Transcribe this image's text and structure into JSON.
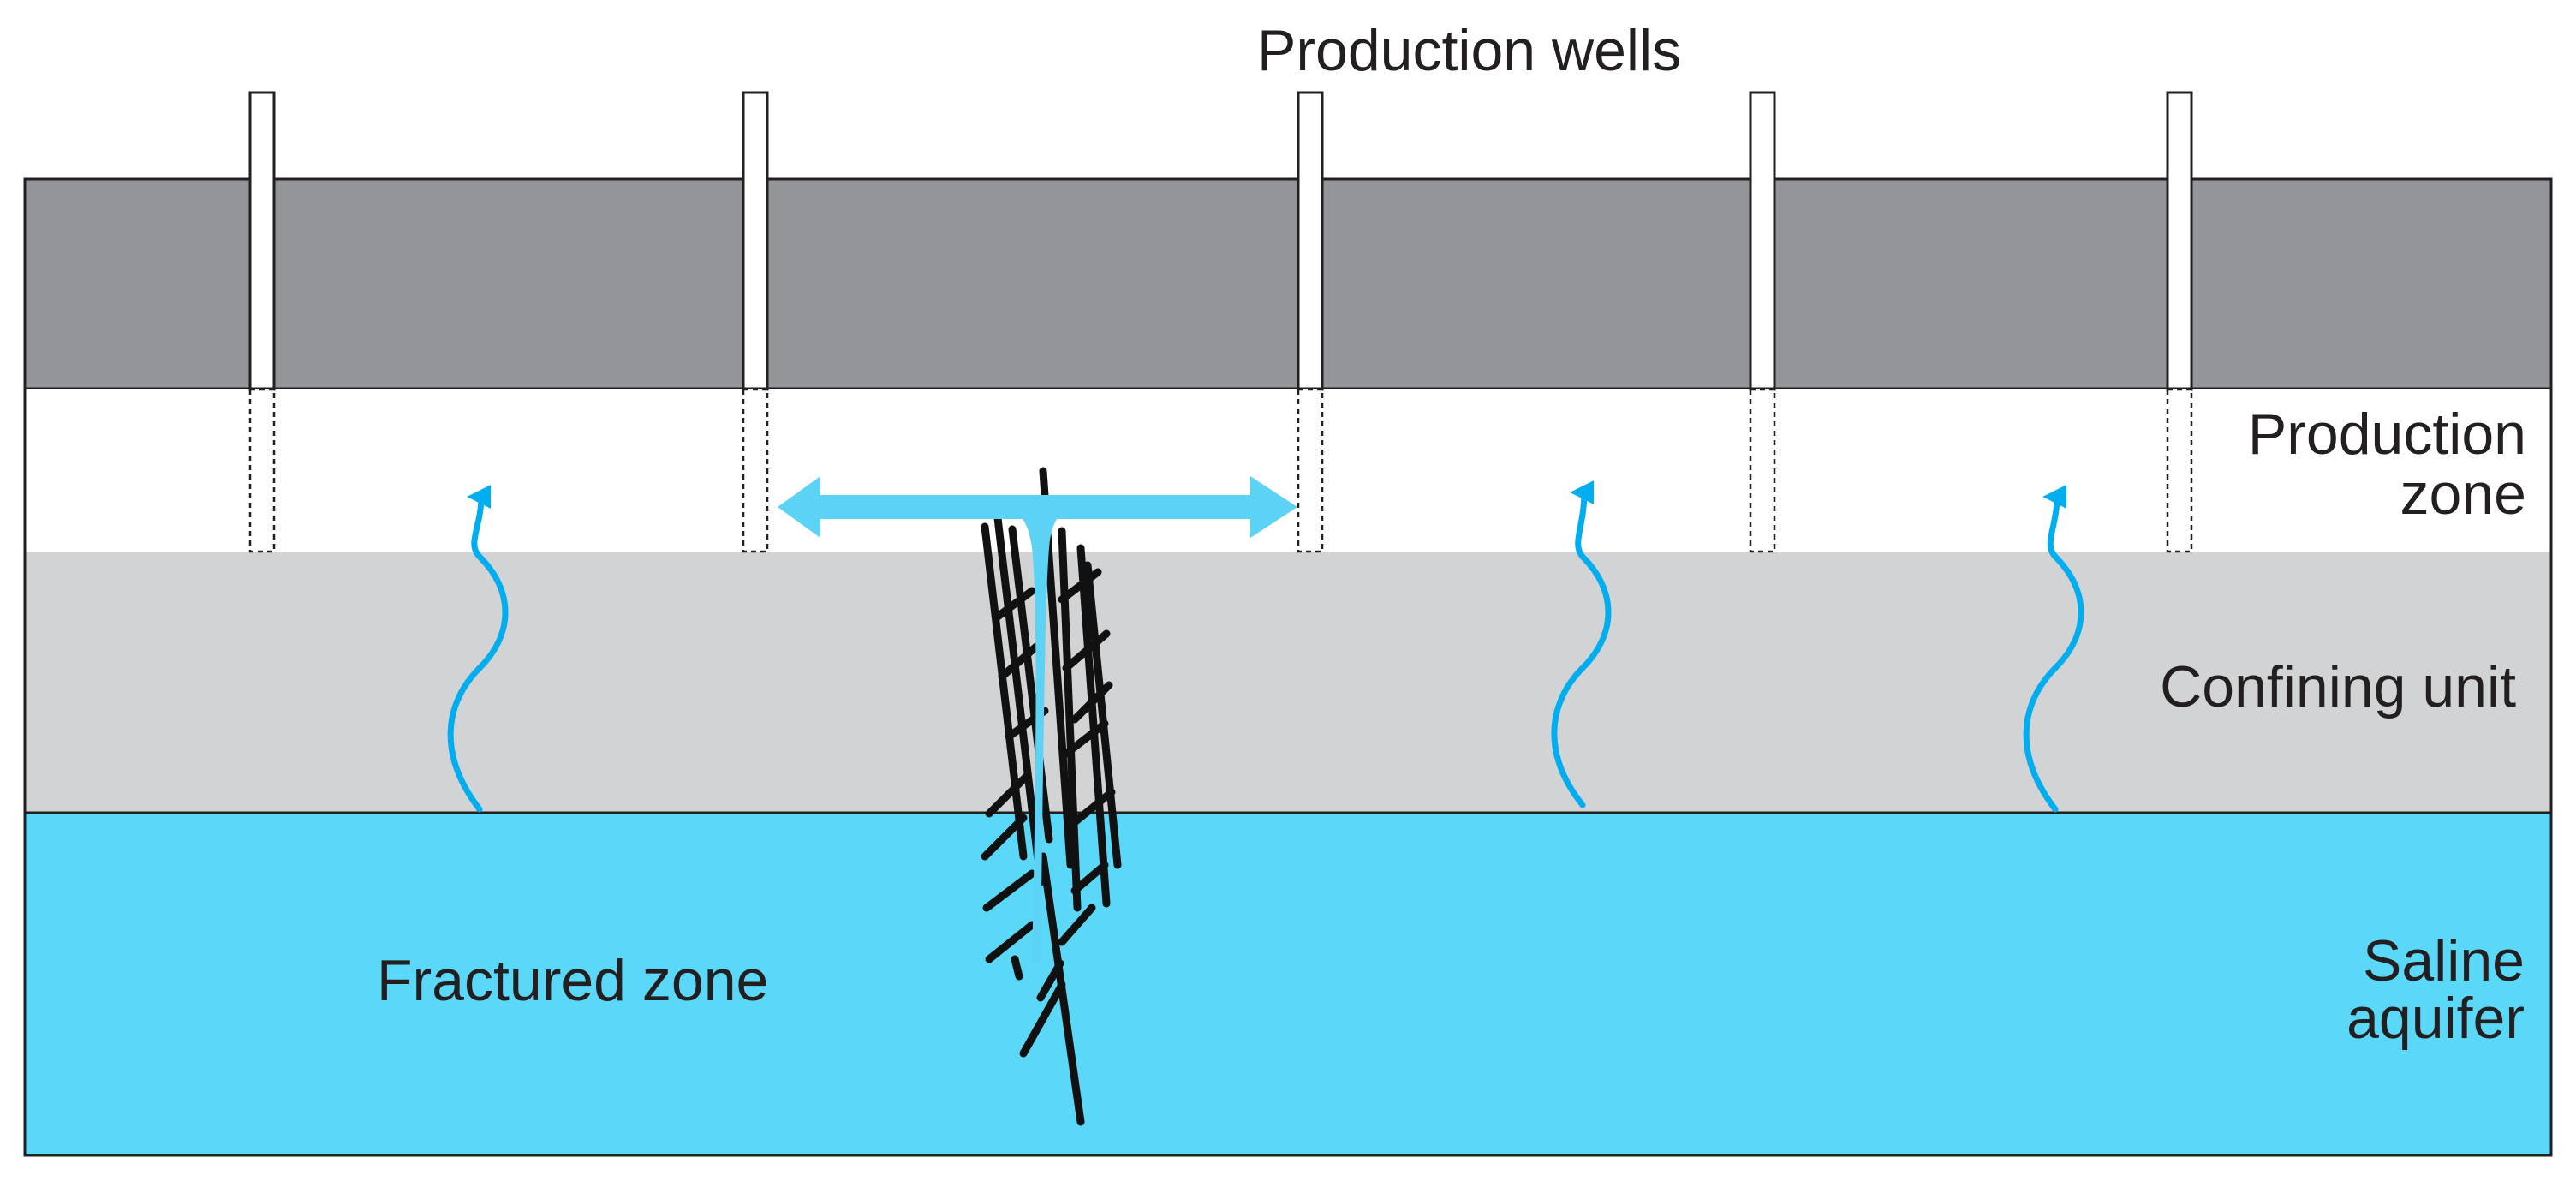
{
  "labels": {
    "production_wells": "Production wells",
    "production_zone_line1": "Production",
    "production_zone_line2": "zone",
    "confining_unit": "Confining unit",
    "fractured_zone": "Fractured zone",
    "saline_aquifer_line1": "Saline",
    "saline_aquifer_line2": "aquifer"
  },
  "colors": {
    "overburden": "#939598",
    "production_zone": "#ffffff",
    "confining_unit": "#d1d3d4",
    "saline_aquifer": "#5bd7f8",
    "brine_flow": "#5cd2f5",
    "leakage_arrow": "#00aeef",
    "fractures": "#111111",
    "outline": "#231f20"
  },
  "well_count": 5
}
